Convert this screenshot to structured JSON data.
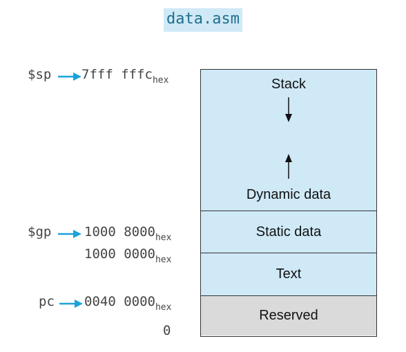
{
  "title": "data.asm",
  "addresses": {
    "stack_top": {
      "register": "$sp",
      "value": "7fff fffc",
      "suffix": "hex"
    },
    "static": {
      "register": "$gp",
      "value": "1000 8000",
      "suffix": "hex"
    },
    "text": {
      "value": "1000 0000",
      "suffix": "hex"
    },
    "reserved": {
      "register": "pc",
      "value": "0040 0000",
      "suffix": "hex"
    },
    "bottom": {
      "value": "0"
    }
  },
  "segments": {
    "stack": "Stack",
    "dynamic": "Dynamic data",
    "static": "Static data",
    "text": "Text",
    "reserved": "Reserved"
  },
  "colors": {
    "segment_fill": "#cfe9f7",
    "reserved_fill": "#dadada",
    "arrow": "#1aa3d9",
    "title_text": "#1f6f8b"
  }
}
